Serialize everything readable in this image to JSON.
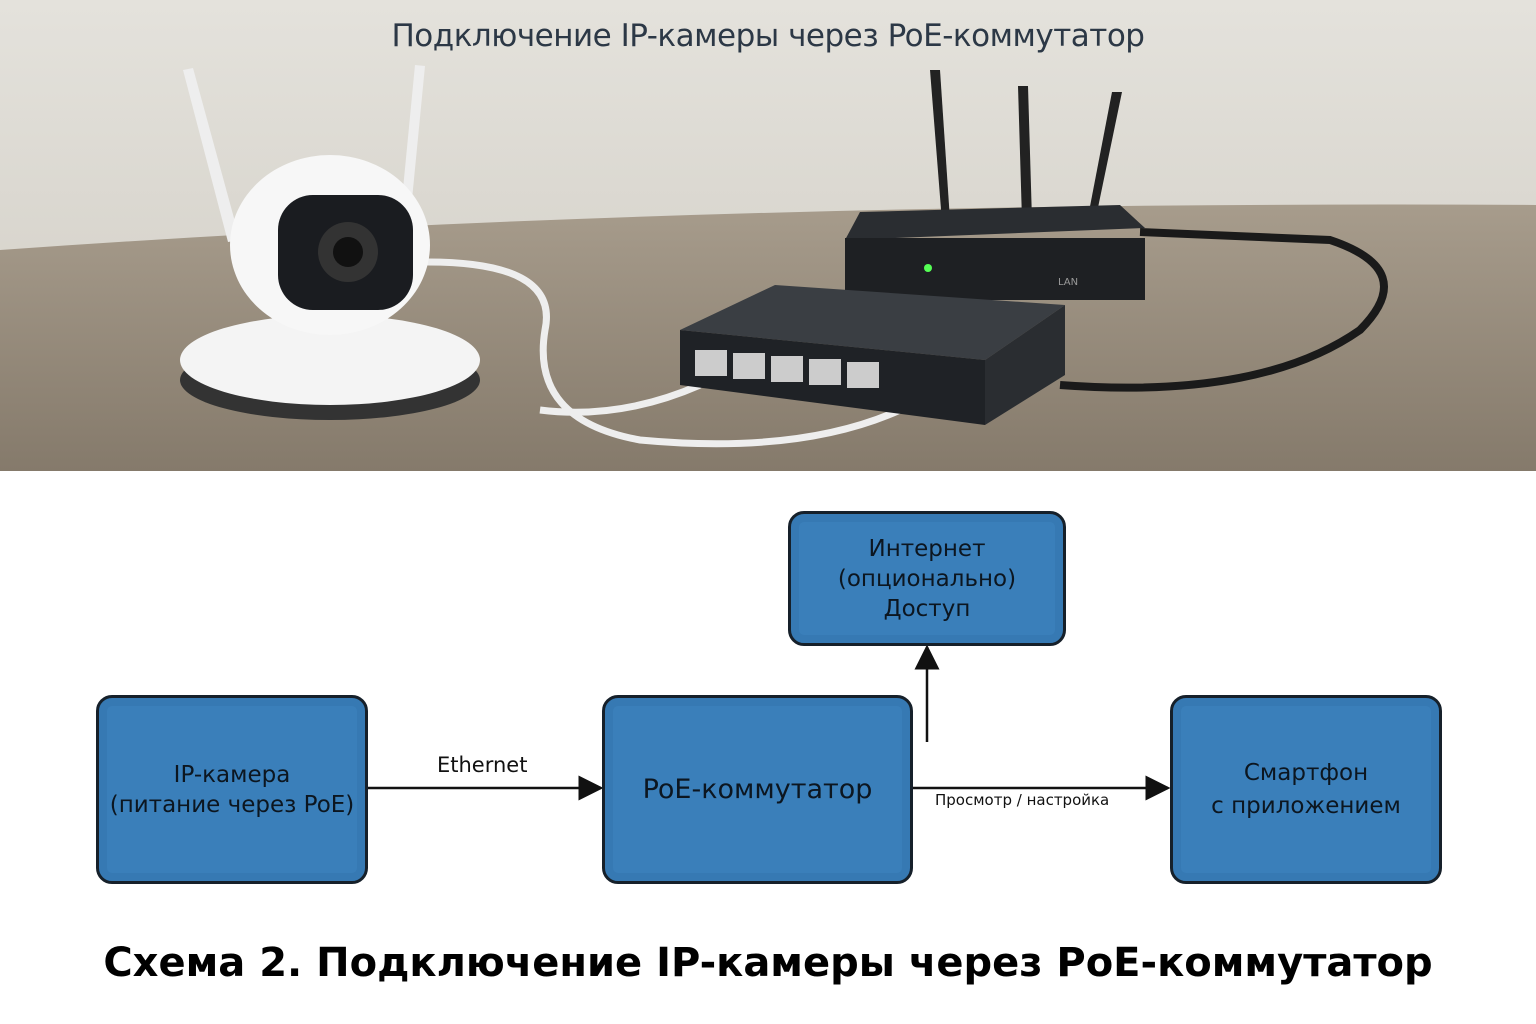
{
  "photo": {
    "title": "Подключение IP-камеры через PoE-коммутатор",
    "router_port_label": "LAN"
  },
  "diagram": {
    "nodes": {
      "camera": {
        "line1": "IP-камера",
        "line2": "(питание через PoE)"
      },
      "switch": {
        "label": "PoE-коммутатор"
      },
      "internet": {
        "line1": "Интернет",
        "line2": "(опционально)",
        "line3": "Доступ"
      },
      "phone": {
        "line1": "Смартфон",
        "line2": "с приложением"
      }
    },
    "edges": {
      "camera_switch": "Ethernet",
      "switch_phone": "Просмотр / настройка"
    },
    "colors": {
      "box_fill": "#3a7fba",
      "box_border": "#16202a"
    }
  },
  "caption": "Схема 2. Подключение IP-камеры через PoE-коммутатор"
}
